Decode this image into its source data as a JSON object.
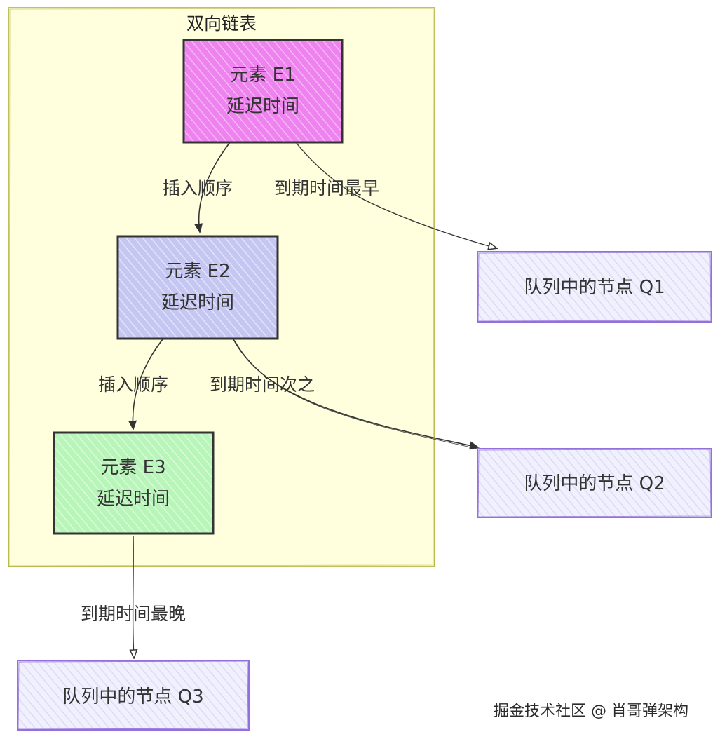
{
  "group": {
    "label": "双向链表",
    "fill": "#ffffde",
    "stroke": "#aaaa33"
  },
  "nodes": {
    "e1": {
      "line1": "元素 E1",
      "line2": "延迟时间",
      "fill": "#ee82ee",
      "stroke": "#333333"
    },
    "e2": {
      "line1": "元素 E2",
      "line2": "延迟时间",
      "fill": "#c5c7f2",
      "stroke": "#333333"
    },
    "e3": {
      "line1": "元素 E3",
      "line2": "延迟时间",
      "fill": "#b8f5b8",
      "stroke": "#333333"
    },
    "q1": {
      "label": "队列中的节点 Q1",
      "fill": "#ecebfd",
      "stroke": "#9370db"
    },
    "q2": {
      "label": "队列中的节点 Q2",
      "fill": "#ecebfd",
      "stroke": "#9370db"
    },
    "q3": {
      "label": "队列中的节点 Q3",
      "fill": "#ecebfd",
      "stroke": "#9370db"
    }
  },
  "edges": {
    "e1_e2": "插入顺序",
    "e1_q1": "到期时间最早",
    "e2_e3": "插入顺序",
    "e2_q2": "到期时间次之",
    "e3_q3": "到期时间最晚"
  },
  "watermark": "掘金技术社区 @ 肖哥弹架构"
}
